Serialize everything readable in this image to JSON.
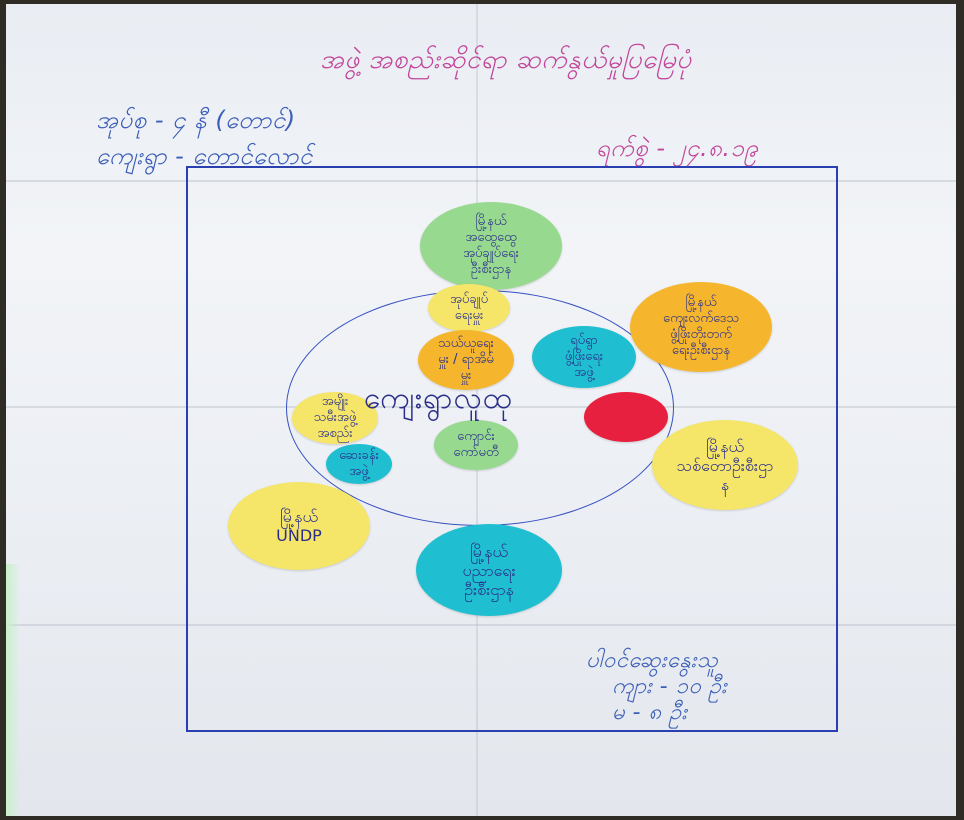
{
  "poster": {
    "title": "အဖွဲ့ အစည်းဆိုင်ရာ ဆက်နွယ်မှုပြမြေပုံ",
    "group": "အုပ်စု - ၄ နီ (တောင်)",
    "village": "ကျေးရွာ - တောင်လောင်",
    "date": "ရက်စွဲ - ၂၄.၈.၁၉",
    "center_label": "ကျေးရွာလူထု",
    "participants": {
      "heading": "ပါဝင်ဆွေးနွေးသူ",
      "male": "ကျား - ၁၀ ဦး",
      "female": "မ - ၈ ဦး"
    },
    "colors": {
      "green": "#97d98f",
      "yellow": "#f5e66a",
      "orange": "#f5b62e",
      "cyan": "#1fbfd1",
      "red": "#e8203f",
      "frame_blue": "#2a3fb0",
      "pink_text": "#c2469a"
    }
  },
  "circles": {
    "green_top": "မြို့နယ်\nအထွေထွေ\nအုပ်ချုပ်ရေး\nဦးစီးဌာန",
    "yellow_top": "အုပ်ချုပ်\nရေးမှူး",
    "orange_center": "သယ်ယူရေး\nမှူး / ရာအိမ်\nမှူး",
    "cyan_center": "ရပ်ရွာ\nဖွံ့ဖြိုးရေး\nအဖွဲ့",
    "orange_right": "မြို့နယ်\nကျေးလက်ဒေသ\nဖွံ့ဖြိုးတိုးတက်\nရေးဦးစီးဌာန",
    "red_right": "",
    "yellow_right": "မြို့နယ်\nသစ်တောဦးစီးဌာ\nန",
    "yellow_left_inner": "အမျိုး\nသမီးအဖွဲ့\nအစည်း",
    "green_center_low": "ကျောင်း\nကော်မတီ",
    "cyan_left_small": "ဆေးခန်း\nအဖွဲ့",
    "yellow_left_outer": "မြို့နယ်\nUNDP",
    "cyan_bottom": "မြို့နယ်\nပညာရေး\nဦးစီးဌာန"
  }
}
